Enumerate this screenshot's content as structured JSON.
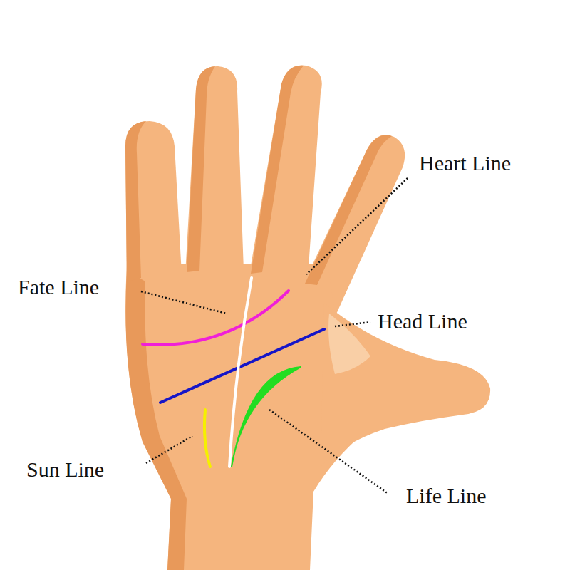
{
  "diagram": {
    "labels": [
      "Heart Line",
      "Fate Line",
      "Head Line",
      "Sun Line",
      "Life Line"
    ]
  }
}
